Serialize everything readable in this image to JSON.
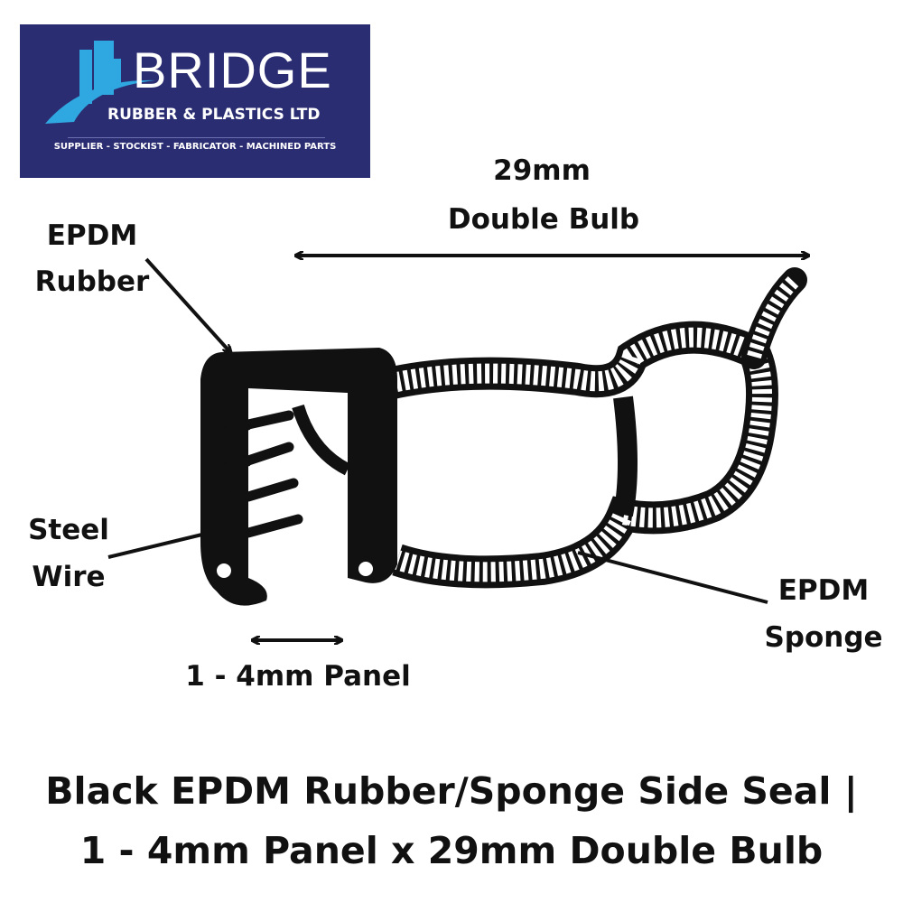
{
  "logo": {
    "name": "BRIDGE",
    "subtitle": "RUBBER & PLASTICS LTD",
    "tagline": "SUPPLIER - STOCKIST - FABRICATOR - MACHINED PARTS",
    "bg_color": "#2b2d73",
    "accent_color": "#2fa7e0"
  },
  "labels": {
    "width_value": "29mm",
    "width_desc": "Double Bulb",
    "rubber_1": "EPDM",
    "rubber_2": "Rubber",
    "wire_1": "Steel",
    "wire_2": "Wire",
    "sponge_1": "EPDM",
    "sponge_2": "Sponge",
    "panel": "1 - 4mm Panel"
  },
  "title": {
    "line1": "Black EPDM Rubber/Sponge Side Seal |",
    "line2": "1 - 4mm Panel x 29mm Double Bulb"
  }
}
